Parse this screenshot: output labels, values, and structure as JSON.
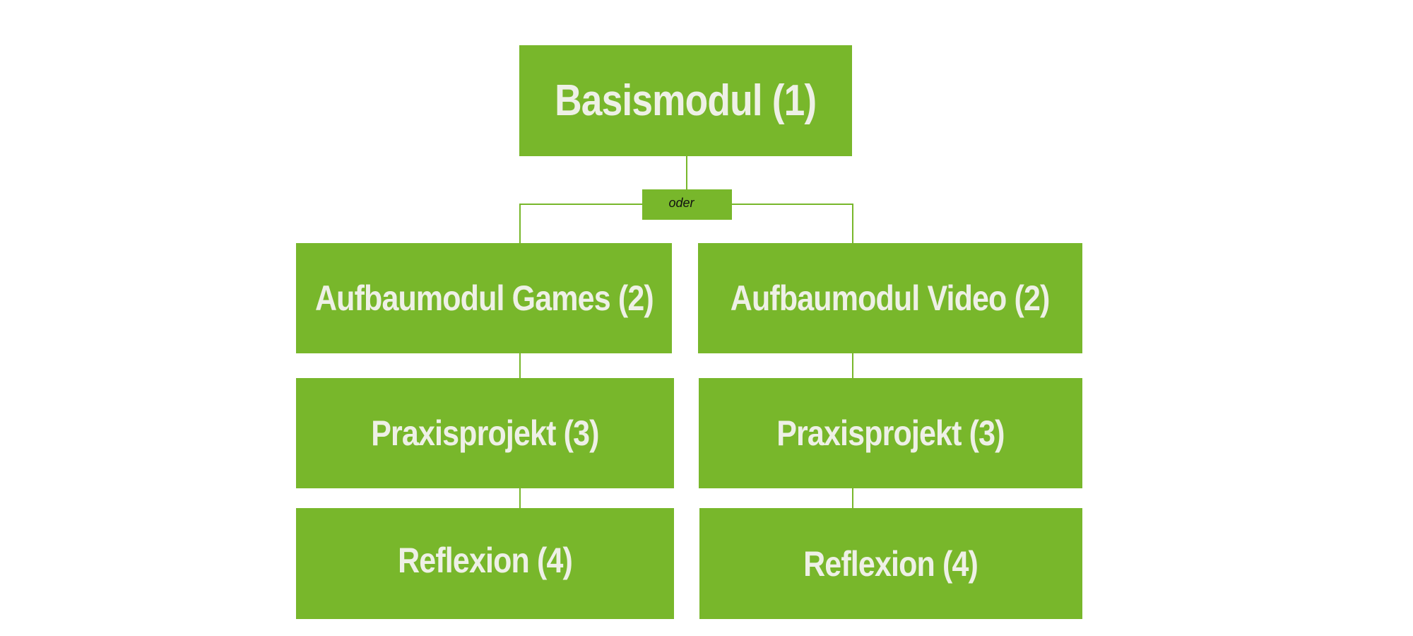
{
  "diagram": {
    "root": {
      "label": "Basismodul (1)"
    },
    "connector_label": "oder",
    "left_branch": {
      "aufbau": "Aufbaumodul Games (2)",
      "praxis": "Praxisprojekt (3)",
      "reflexion": "Reflexion (4)"
    },
    "right_branch": {
      "aufbau": "Aufbaumodul Video (2)",
      "praxis": "Praxisprojekt (3)",
      "reflexion": "Reflexion (4)"
    }
  },
  "colors": {
    "box_fill": "#78b72b",
    "box_text": "#eef0e6",
    "connector_text": "#111111"
  }
}
